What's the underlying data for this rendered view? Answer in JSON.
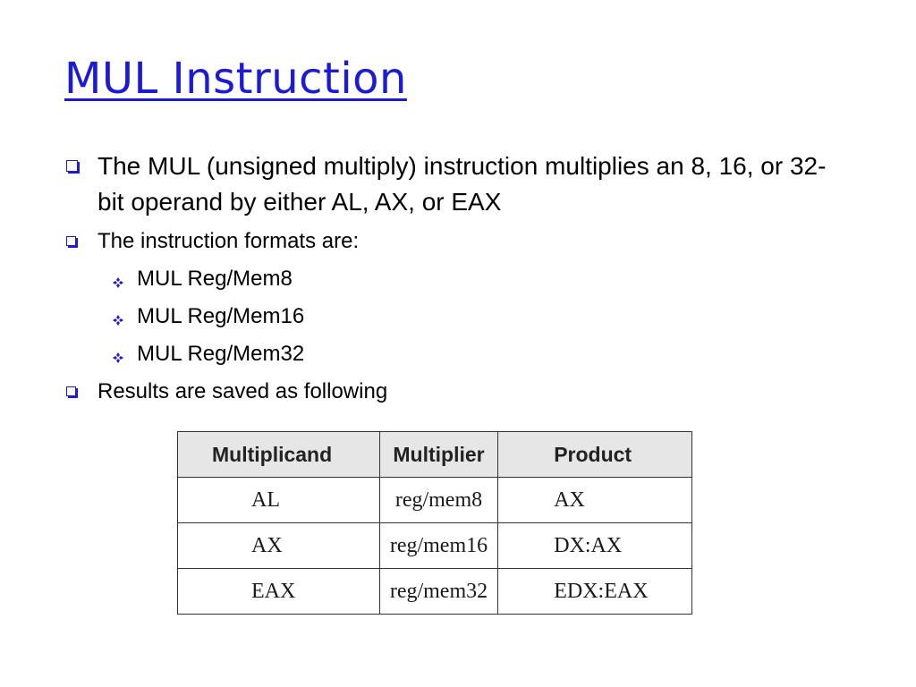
{
  "slide": {
    "title": "MUL Instruction",
    "title_color": "#1b1bd6",
    "bullet_color": "#1b1bd6"
  },
  "bullets": [
    {
      "text": "The MUL (unsigned multiply) instruction multiplies an 8, 16, or 32-bit operand by either AL, AX, or EAX",
      "icon": "hollow-square-icon"
    },
    {
      "text": "The instruction formats are:",
      "icon": "hollow-square-icon"
    },
    {
      "text": "Results are saved as following",
      "icon": "hollow-square-icon"
    }
  ],
  "sub_bullets": [
    {
      "text": "MUL Reg/Mem8",
      "icon": "diamond-cluster-icon"
    },
    {
      "text": "MUL Reg/Mem16",
      "icon": "diamond-cluster-icon"
    },
    {
      "text": "MUL Reg/Mem32",
      "icon": "diamond-cluster-icon"
    }
  ],
  "table": {
    "headers": [
      "Multiplicand",
      "Multiplier",
      "Product"
    ],
    "rows": [
      [
        "AL",
        "reg/mem8",
        "AX"
      ],
      [
        "AX",
        "reg/mem16",
        "DX:AX"
      ],
      [
        "EAX",
        "reg/mem32",
        "EDX:EAX"
      ]
    ]
  }
}
